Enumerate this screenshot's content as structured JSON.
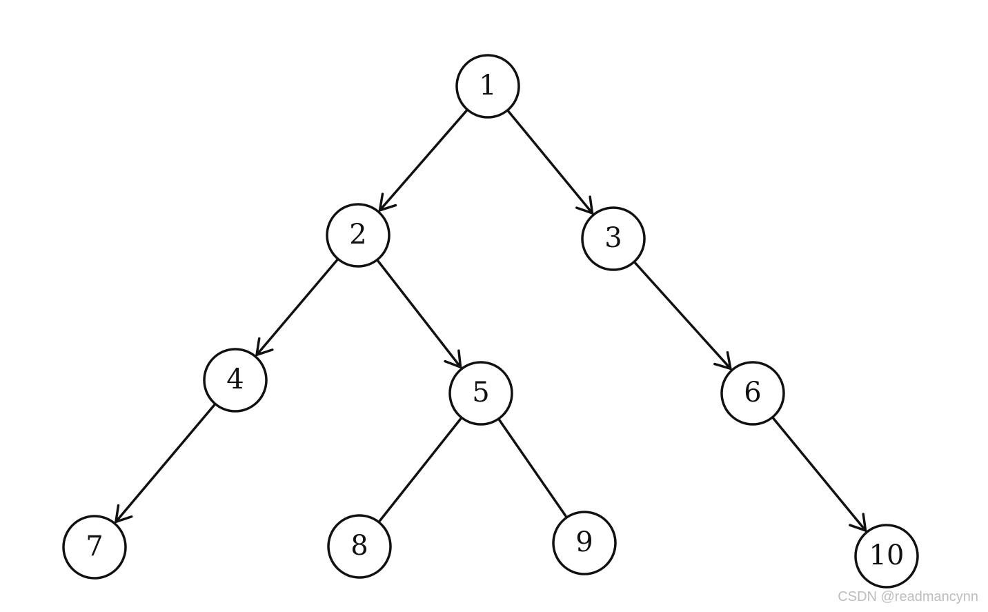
{
  "colors": {
    "background": "#ffffff",
    "ink": "#111111",
    "watermark": "#bdbdbd"
  },
  "tree": {
    "nodes": [
      {
        "id": "n1",
        "label": "1"
      },
      {
        "id": "n2",
        "label": "2"
      },
      {
        "id": "n3",
        "label": "3"
      },
      {
        "id": "n4",
        "label": "4"
      },
      {
        "id": "n5",
        "label": "5"
      },
      {
        "id": "n6",
        "label": "6"
      },
      {
        "id": "n7",
        "label": "7"
      },
      {
        "id": "n8",
        "label": "8"
      },
      {
        "id": "n9",
        "label": "9"
      },
      {
        "id": "n10",
        "label": "10"
      }
    ],
    "edges": [
      {
        "from": "n1",
        "to": "n2",
        "arrow": true
      },
      {
        "from": "n1",
        "to": "n3",
        "arrow": true
      },
      {
        "from": "n2",
        "to": "n4",
        "arrow": true
      },
      {
        "from": "n2",
        "to": "n5",
        "arrow": true
      },
      {
        "from": "n3",
        "to": "n6",
        "arrow": true
      },
      {
        "from": "n4",
        "to": "n7",
        "arrow": true
      },
      {
        "from": "n5",
        "to": "n8",
        "arrow": false
      },
      {
        "from": "n5",
        "to": "n9",
        "arrow": false
      },
      {
        "from": "n6",
        "to": "n10",
        "arrow": true
      }
    ]
  },
  "watermark": "CSDN @readmancynn"
}
